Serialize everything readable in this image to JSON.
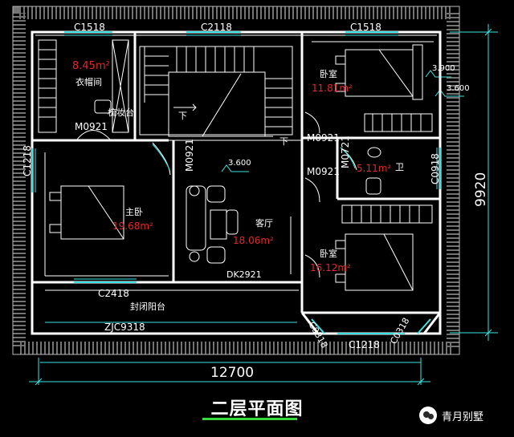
{
  "drawing": {
    "title": "二层平面图",
    "brand": "青月别墅",
    "dimensions": {
      "width": "12700",
      "height": "9920",
      "elev_3900": "3.900",
      "elev_3600_right": "3.600",
      "elev_3600_center": "3.600"
    },
    "windows": {
      "top_left": "C1518",
      "top_center": "C2118",
      "top_right": "C1518",
      "left_side": "C1218",
      "right_side": "C0918",
      "master": "C2418",
      "corner_left": "C0318",
      "corner_right": "C0318",
      "bottom_bay": "C1218",
      "balcony": "ZJC9318"
    },
    "doors": {
      "cloak": "M0921",
      "master": "M0921",
      "bed_ne": "M0921",
      "bath": "M0721",
      "bed_se": "M0921",
      "living": "DK2921"
    },
    "rooms": {
      "cloakroom_area": "8.45m²",
      "cloakroom_name": "衣帽间",
      "vanity": "梳妆台",
      "master_name": "主卧",
      "master_area": "19.68m²",
      "living_name": "客厅",
      "living_area": "18.06m²",
      "bed_ne_name": "卧室",
      "bed_ne_area": "11.81m²",
      "bath_area": "5.11m²",
      "bath_name": "卫",
      "bed_se_name": "卧室",
      "bed_se_area": "16.12m²",
      "balcony_name": "封闭阳台",
      "stair_down_1": "下",
      "stair_down_2": "下"
    }
  },
  "colors": {
    "wall": "#ffffff",
    "window": "#3fe3e3",
    "dimension": "#3fe3e3",
    "area_text": "#e0292b",
    "label_text": "#ffffff",
    "title_underline": "#38d838"
  }
}
